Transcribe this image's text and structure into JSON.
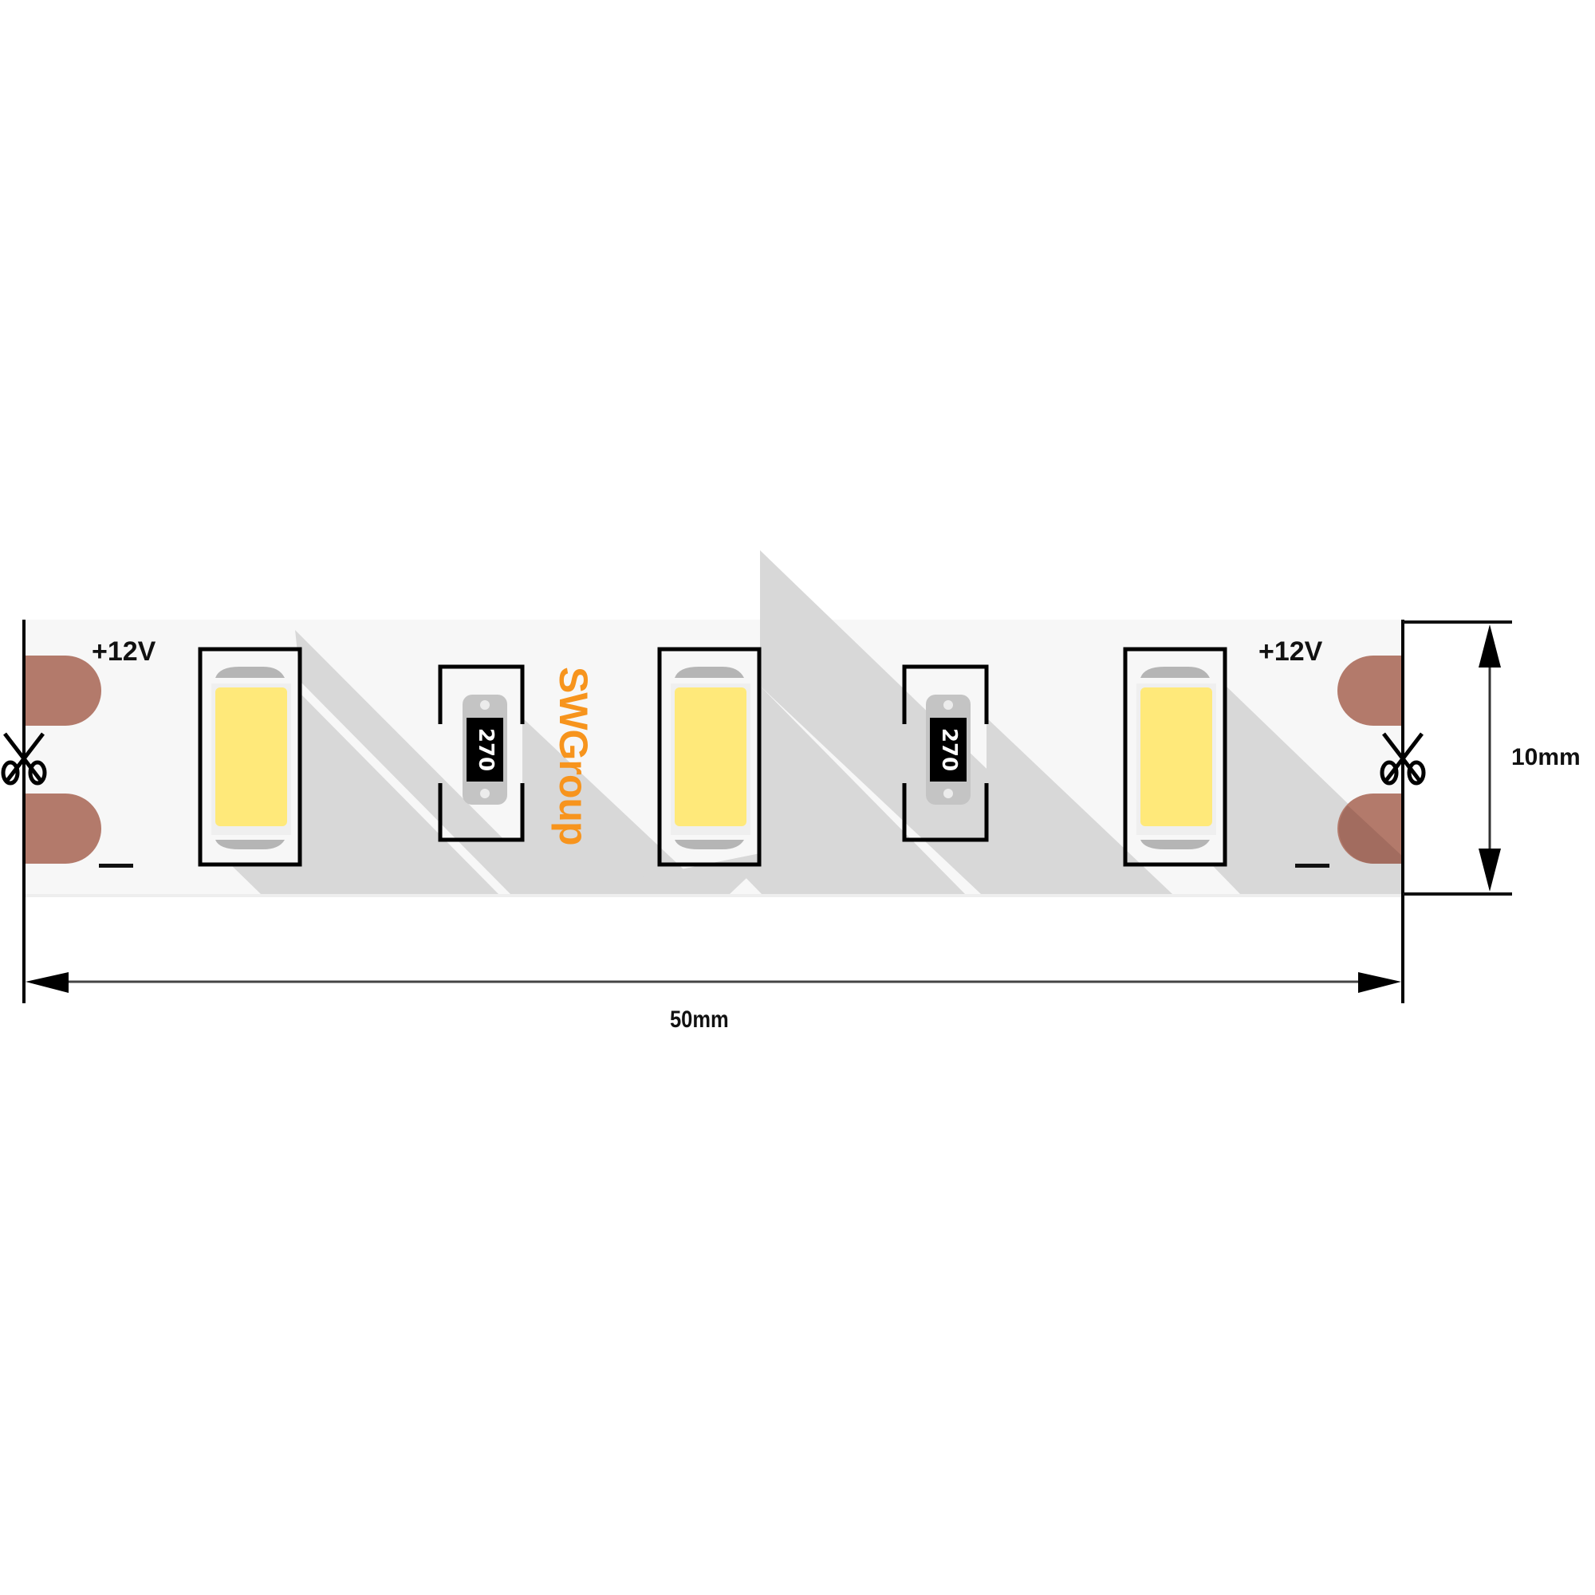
{
  "diagram": {
    "title": "LED strip segment dimension drawing",
    "brand": {
      "text": "SWGroup",
      "color": "#f7941d"
    },
    "polarity": {
      "left_positive": "+12V",
      "left_negative": "—",
      "right_positive": "+12V",
      "right_negative": "—"
    },
    "resistors": [
      {
        "marking": "270"
      },
      {
        "marking": "270"
      }
    ],
    "leds": [
      {
        "id": "led-1",
        "color": "#ffe97a"
      },
      {
        "id": "led-2",
        "color": "#ffe97a"
      },
      {
        "id": "led-3",
        "color": "#ffe97a"
      }
    ],
    "dimensions": {
      "length": "50mm",
      "width": "10mm"
    },
    "cut_marks": [
      "scissors-left",
      "scissors-right"
    ],
    "colors": {
      "strip": "#f7f7f7",
      "shadow": "#d8d8d8",
      "pad": "#b37a6b",
      "outline": "#000000",
      "resistor_body": "#c4c4c4",
      "resistor_label_bg": "#000000"
    }
  }
}
